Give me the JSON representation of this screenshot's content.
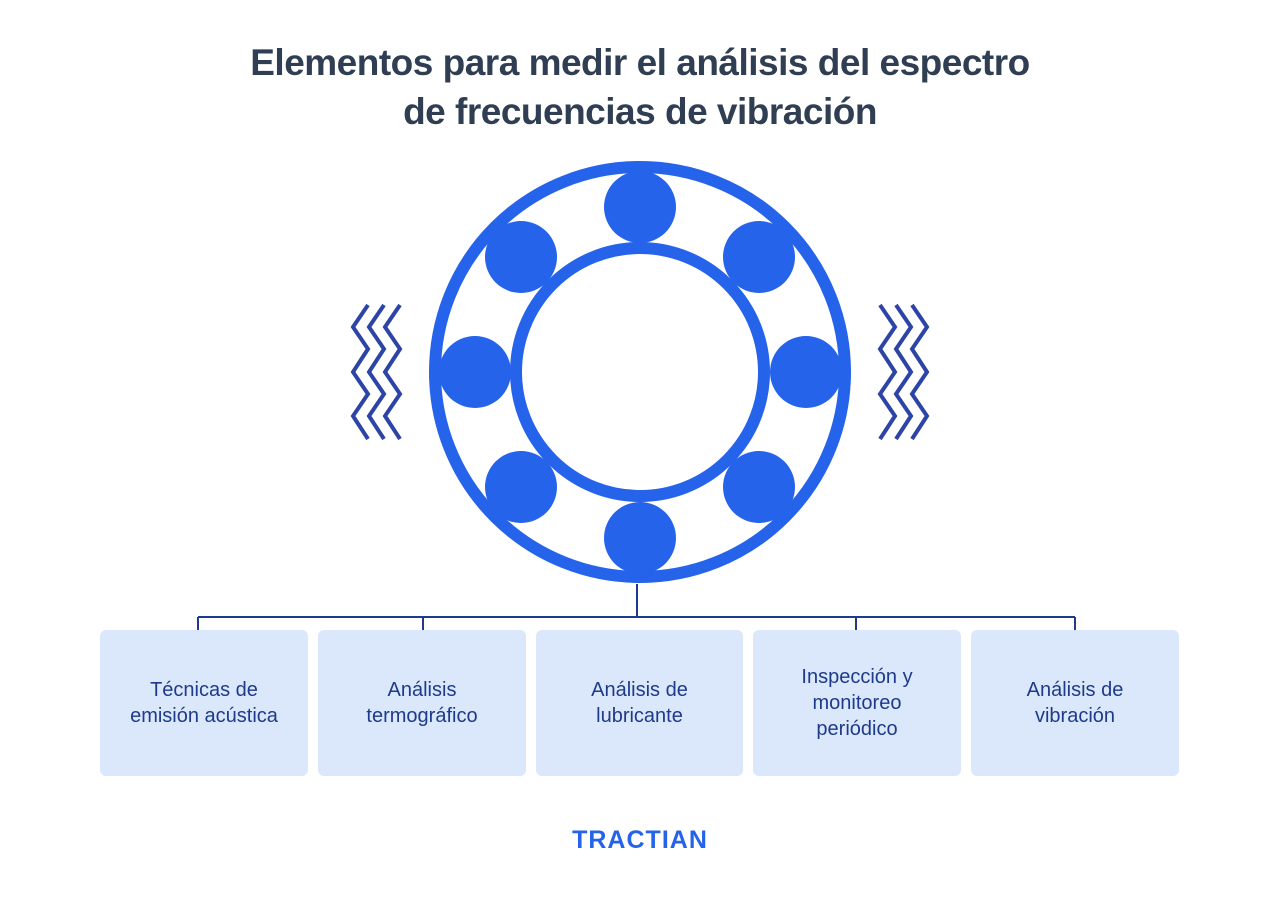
{
  "title": {
    "line1": "Elementos para medir el análisis del espectro",
    "line2": "de frecuencias de vibración"
  },
  "diagram": {
    "center_icon": "ball-bearing-icon",
    "vibration_icon": "vibration-zigzag-icon",
    "colors": {
      "bearing": "#2563eb",
      "vibration": "#2b44a6",
      "connector": "#1e3a8a",
      "card_background": "#dbe8fc",
      "card_text": "#1e3a8a",
      "title": "#2f3e52"
    }
  },
  "cards": [
    {
      "line1": "Técnicas de",
      "line2": "emisión acústica"
    },
    {
      "line1": "Análisis",
      "line2": "termográfico"
    },
    {
      "line1": "Análisis de",
      "line2": "lubricante"
    },
    {
      "line1": "Inspección y",
      "line2": "monitoreo",
      "line3": "periódico"
    },
    {
      "line1": "Análisis de",
      "line2": "vibración"
    }
  ],
  "logo": {
    "text": "TRACTIAN"
  }
}
